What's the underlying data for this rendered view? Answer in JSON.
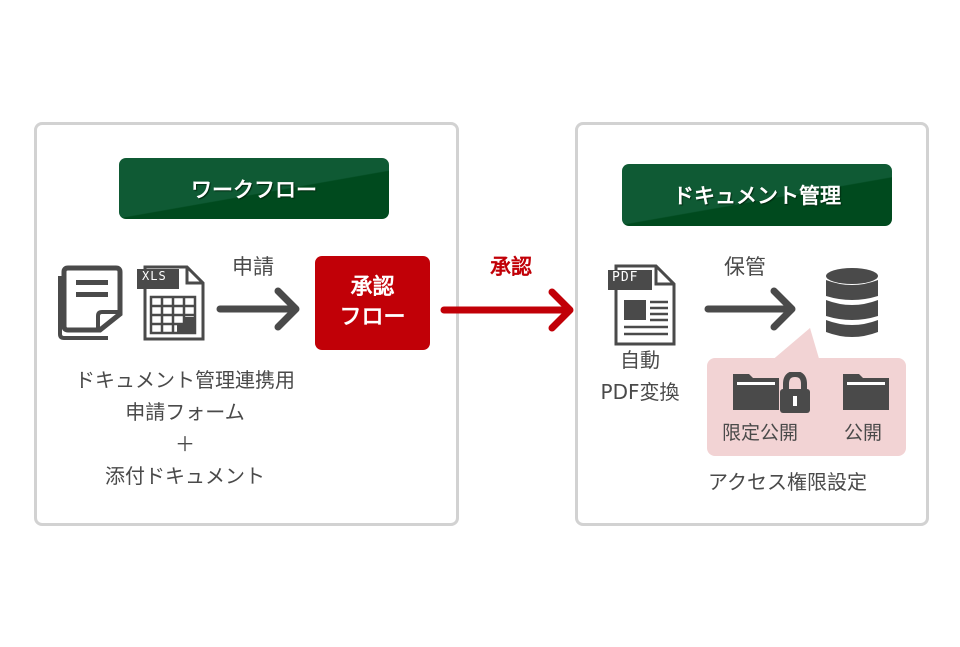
{
  "left_panel": {
    "banner": "ワークフロー",
    "icons": [
      "form-document-icon",
      "xls-file-icon"
    ],
    "xls_badge": "XLS",
    "arrow_label": "申請",
    "approval_box": {
      "line1": "承認",
      "line2": "フロー"
    },
    "caption": {
      "line1": "ドキュメント管理連携用",
      "line2": "申請フォーム",
      "line3": "＋",
      "line4": "添付ドキュメント"
    }
  },
  "connector": {
    "label": "承認"
  },
  "right_panel": {
    "banner": "ドキュメント管理",
    "pdf_badge": "PDF",
    "pdf_caption": {
      "line1": "自動",
      "line2": "PDF変換"
    },
    "arrow_label": "保管",
    "storage_icon": "database-icon",
    "access": {
      "restricted_label": "限定公開",
      "public_label": "公開",
      "caption": "アクセス権限設定"
    }
  },
  "colors": {
    "banner_green": "#0f5a34",
    "accent_red": "#c10007",
    "icon_gray": "#4a4a4a",
    "callout_pink": "#f2d3d4",
    "panel_border": "#d2d2d2"
  }
}
